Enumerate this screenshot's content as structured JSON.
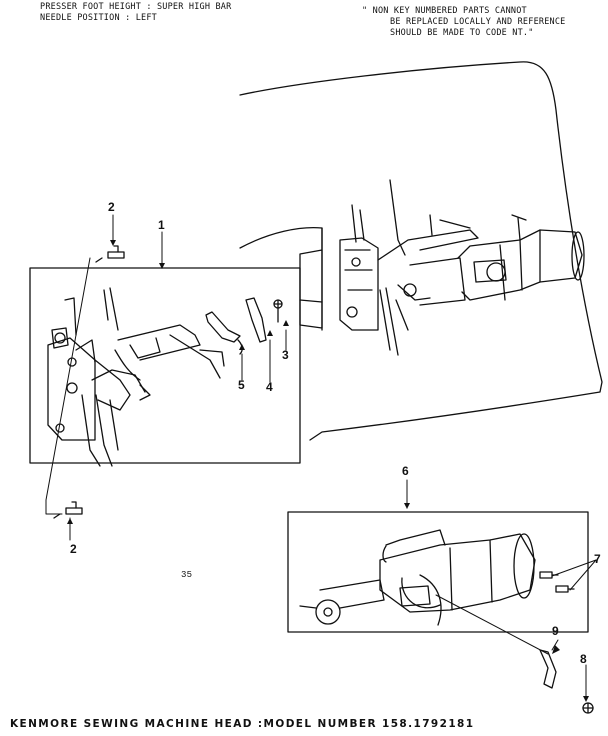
{
  "header": {
    "left_line1": "PRESSER FOOT HEIGHT : SUPER HIGH BAR",
    "left_line2": "NEEDLE POSITION : LEFT",
    "note_line1": "\" NON KEY NUMBERED PARTS CANNOT",
    "note_line2": "BE REPLACED LOCALLY AND REFERENCE",
    "note_line3": "SHOULD BE MADE TO CODE NT.\""
  },
  "callouts": {
    "c1": "1",
    "c2_top": "2",
    "c2_bottom": "2",
    "c3": "3",
    "c4": "4",
    "c5": "5",
    "c6": "6",
    "c7": "7",
    "c8": "8",
    "c9": "9"
  },
  "page_number": "35",
  "footer_title": "KENMORE SEWING MACHINE HEAD :MODEL NUMBER 158.1792181",
  "colors": {
    "ink": "#111111",
    "paper": "#ffffff"
  }
}
